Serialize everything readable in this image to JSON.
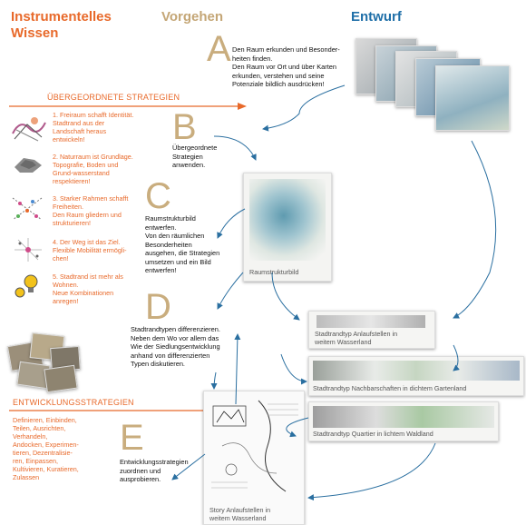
{
  "columns": {
    "instrumental": "Instrumentelles\nWissen",
    "procedure": "Vorgehen",
    "design": "Entwurf"
  },
  "sections": {
    "superordinate": "ÜBERGEORDNETE STRATEGIEN",
    "development": "ENTWICKLUNGSSTRATEGIEN"
  },
  "strategies": [
    {
      "label": "1. Freiraum schafft Identität.\nStadtrand aus der\nLandschaft heraus\nentwickeln!",
      "icon": "sketch-landscape-icon"
    },
    {
      "label": "2. Naturraum ist Grundlage.\nTopografie, Boden und\nGrund-wasserstand\nrespektieren!",
      "icon": "terrain-model-icon"
    },
    {
      "label": "3. Starker Rahmen schafft\nFreiheiten.\nDen Raum gliedern und\nstrukturieren!",
      "icon": "grid-structure-icon"
    },
    {
      "label": "4. Der Weg ist das Ziel.\nFlexible Mobilität ermögli-\nchen!",
      "icon": "mobility-network-icon"
    },
    {
      "label": "5. Stadtrand ist mehr als\nWohnen.\nNeue Kombinationen\nanregen!",
      "icon": "combination-bulb-icon"
    }
  ],
  "development_list": "Definieren, Einbinden,\nTeilen, Ausrichten,\nVerhandeln,\nAndocken, Experimen-\ntieren, Dezentralisie-\nren, Einpassen,\nKultivieren, Kuratieren,\nZulassen",
  "steps": [
    {
      "letter": "A",
      "text": "Den Raum erkunden und Besonder-\nheiten finden.\nDen Raum vor Ort und über Karten\nerkunden, verstehen und seine\nPotenziale bildlich ausdrücken!"
    },
    {
      "letter": "B",
      "text": "Übergeordnete\nStrategien\nanwenden."
    },
    {
      "letter": "C",
      "text": "Raumstrukturbild\nentwerfen.\nVon den räumlichen\nBesonderheiten\nausgehen, die Strategien\numsetzen und ein Bild\nentwerfen!"
    },
    {
      "letter": "D",
      "text": "Stadtrandtypen differenzieren.\nNeben dem Wo vor allem das\nWie der Siedlungsentwicklung\nanhand von differenzierten\nTypen diskutieren."
    },
    {
      "letter": "E",
      "text": "Entwicklungsstrategien\nzuordnen und\nausprobieren."
    }
  ],
  "cards": {
    "raumstruktur": "Raumstrukturbild",
    "type1": "Stadtrandtyp Anlaufstellen in\nweitem Wasserland",
    "type2": "Stadtrandtyp Nachbarschaften in dichtem Gartenland",
    "type3": "Stadtrandtyp Quartier in lichtem Waldland",
    "story": "Story Anlaufstellen in\nweitem Wasserland"
  },
  "colors": {
    "orange": "#e8692a",
    "tan": "#c9ad7e",
    "blue": "#1f6fa8",
    "arrow": "#2a6fa0"
  }
}
